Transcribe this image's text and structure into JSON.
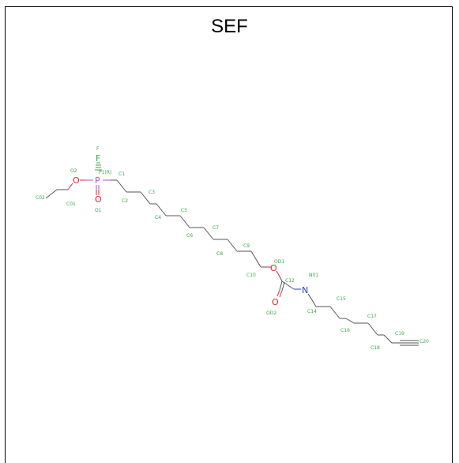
{
  "title": "SEF",
  "colors": {
    "bond": "#555555",
    "carbon_label": "#3aa64a",
    "oxygen": "#e8232b",
    "nitrogen": "#2b3bd1",
    "phosphorus": "#b44fd6",
    "fluorine": "#3aa64a"
  },
  "atoms": {
    "F_symbol": "F",
    "F_label": "F",
    "P_symbol": "P",
    "P_label": "P1(R)",
    "O2_symbol": "O",
    "O2_label": "O2",
    "O1_symbol": "O",
    "O1_label": "O1",
    "C02_label": "C02",
    "C01_label": "C01",
    "C1_label": "C1",
    "C2_label": "C2",
    "C3_label": "C3",
    "C4_label": "C4",
    "C5_label": "C5",
    "C6_label": "C6",
    "C7_label": "C7",
    "C8_label": "C8",
    "C9_label": "C9",
    "C10_label": "C10",
    "OD1_symbol": "O",
    "OD1_label": "OD1",
    "C12_label": "C12",
    "OD2_symbol": "O",
    "OD2_label": "OD2",
    "N_symbol": "N",
    "N_label": "N01",
    "C14_label": "C14",
    "C15_label": "C15",
    "C16_label": "C16",
    "C17_label": "C17",
    "C18_label": "C18",
    "C19_label": "C19",
    "C20_label": "C20"
  }
}
